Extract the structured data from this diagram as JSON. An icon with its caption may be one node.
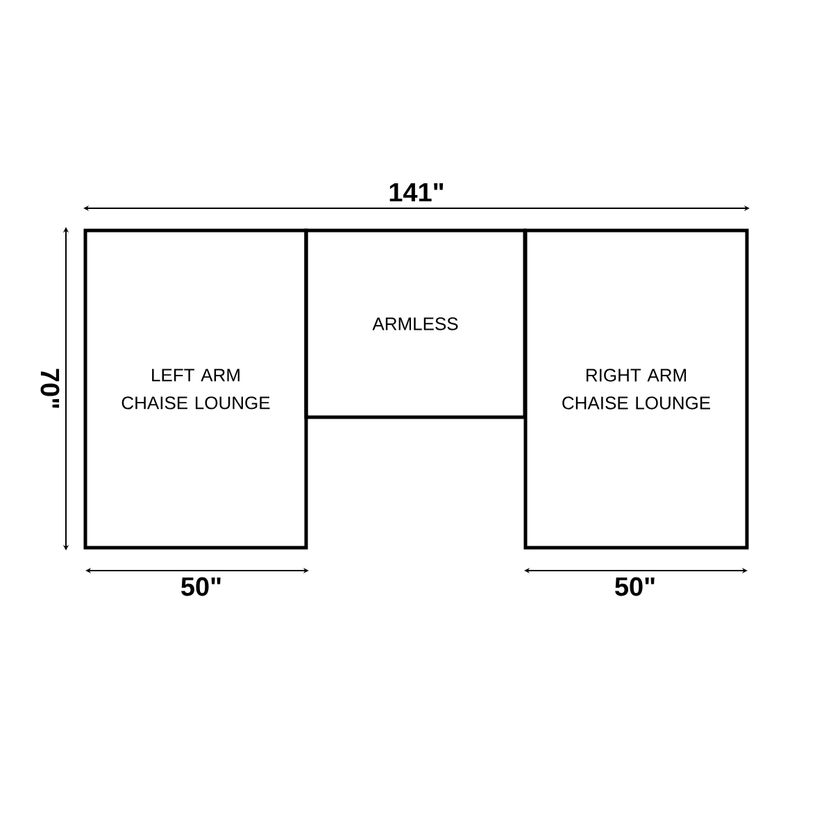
{
  "diagram": {
    "nodes": [
      {
        "text": [
          "LEFT ARM CHAISE LOUNGE"
        ]
      },
      {
        "text": [
          "ARMLESS"
        ]
      },
      {
        "text": [
          "RIGHT ARM CHAISE LOUNGE"
        ]
      }
    ],
    "labels": [
      "141\"",
      "70\"",
      "50\"",
      "50\""
    ]
  }
}
